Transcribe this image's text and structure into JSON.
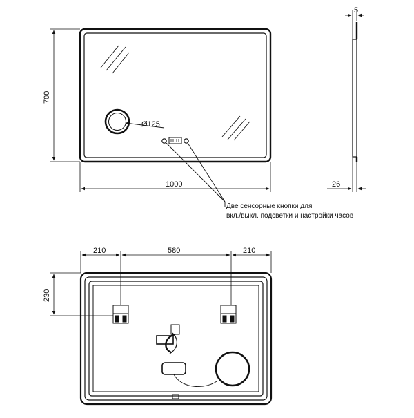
{
  "front_view": {
    "height_label": "700",
    "width_label": "1000",
    "magnifier_label": "Ø125"
  },
  "side_view": {
    "thickness_top_label": "5",
    "depth_label": "26"
  },
  "annotation": {
    "line1": "Две сенсорные кнопки для",
    "line2": "вкл./выкл. подсветки и настройки часов"
  },
  "back_view": {
    "left_offset_label": "210",
    "middle_span_label": "580",
    "right_offset_label": "210",
    "top_offset_label": "230"
  }
}
